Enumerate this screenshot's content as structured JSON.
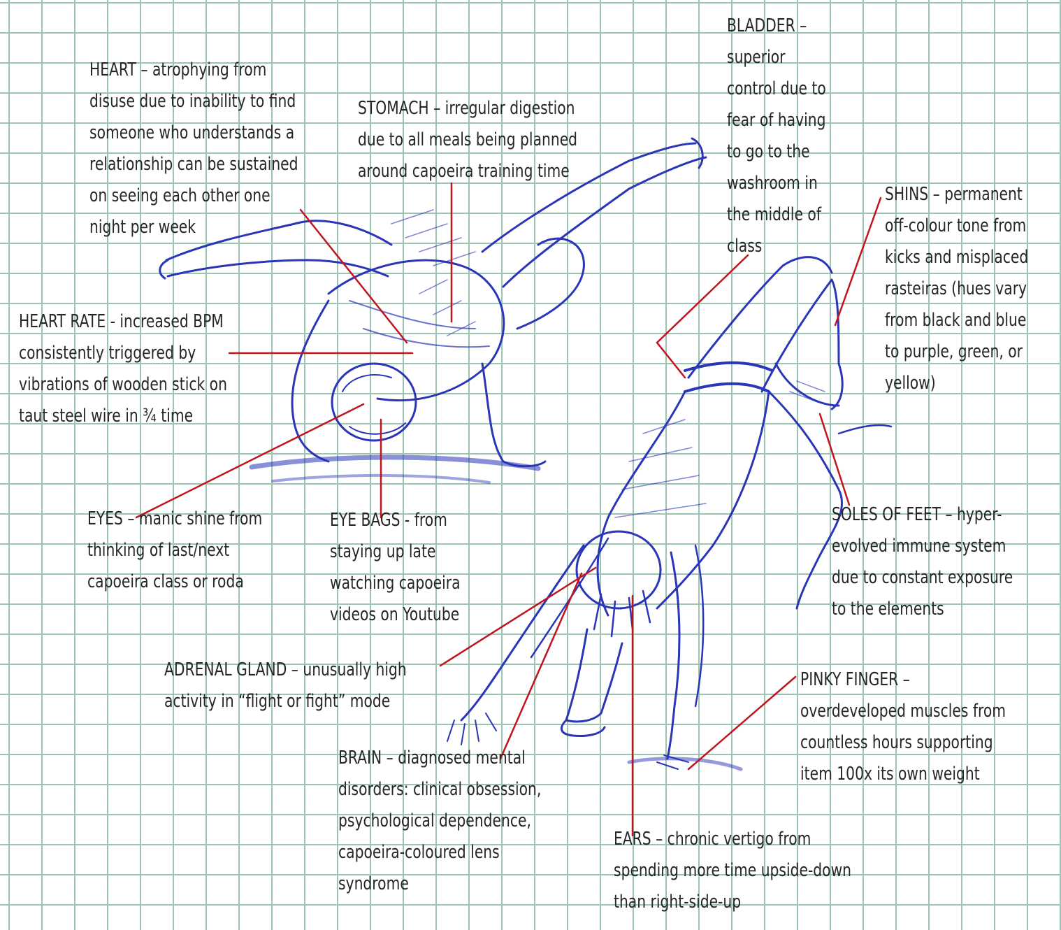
{
  "colors": {
    "grid": "#9cc4b3",
    "ink": "#2a35b8",
    "leader": "#c0141e",
    "text": "#262626"
  },
  "annotations": {
    "heart": [
      "HEART – atrophying from",
      "disuse due to inability to find",
      "someone who understands a",
      "relationship can be sustained",
      "on seeing each other one",
      "night per week"
    ],
    "stomach": [
      "STOMACH – irregular digestion",
      "due to all meals being planned",
      "around capoeira training time"
    ],
    "bladder": [
      "BLADDER –",
      "superior",
      "control due to",
      "fear of having",
      "to go to the",
      "washroom in",
      "the middle of",
      "class"
    ],
    "shins": [
      "SHINS – permanent",
      "off-colour tone from",
      "kicks and misplaced",
      "rasteiras (hues vary",
      "from black and blue",
      "to purple, green, or",
      "yellow)"
    ],
    "heart_rate": [
      "HEART RATE - increased BPM",
      "consistently triggered by",
      "vibrations of wooden stick on",
      "taut steel wire in ¾ time"
    ],
    "eyes": [
      "EYES – manic shine from",
      "thinking of last/next",
      "capoeira class or roda"
    ],
    "eye_bags": [
      "EYE BAGS - from",
      "staying up late",
      "watching capoeira",
      "videos on Youtube"
    ],
    "soles": [
      "SOLES OF FEET – hyper-",
      "evolved immune system",
      "due to constant exposure",
      "to the elements"
    ],
    "adrenal": [
      "ADRENAL GLAND – unusually high",
      "activity in “flight or fight” mode"
    ],
    "pinky": [
      "PINKY FINGER –",
      "overdeveloped muscles from",
      "countless hours supporting",
      "item 100x its own weight"
    ],
    "brain": [
      "BRAIN – diagnosed mental",
      "disorders: clinical obsession,",
      "psychological dependence,",
      "capoeira-coloured lens",
      "syndrome"
    ],
    "ears": [
      "EARS – chronic vertigo from",
      "spending more time upside-down",
      "than right-side-up"
    ]
  }
}
